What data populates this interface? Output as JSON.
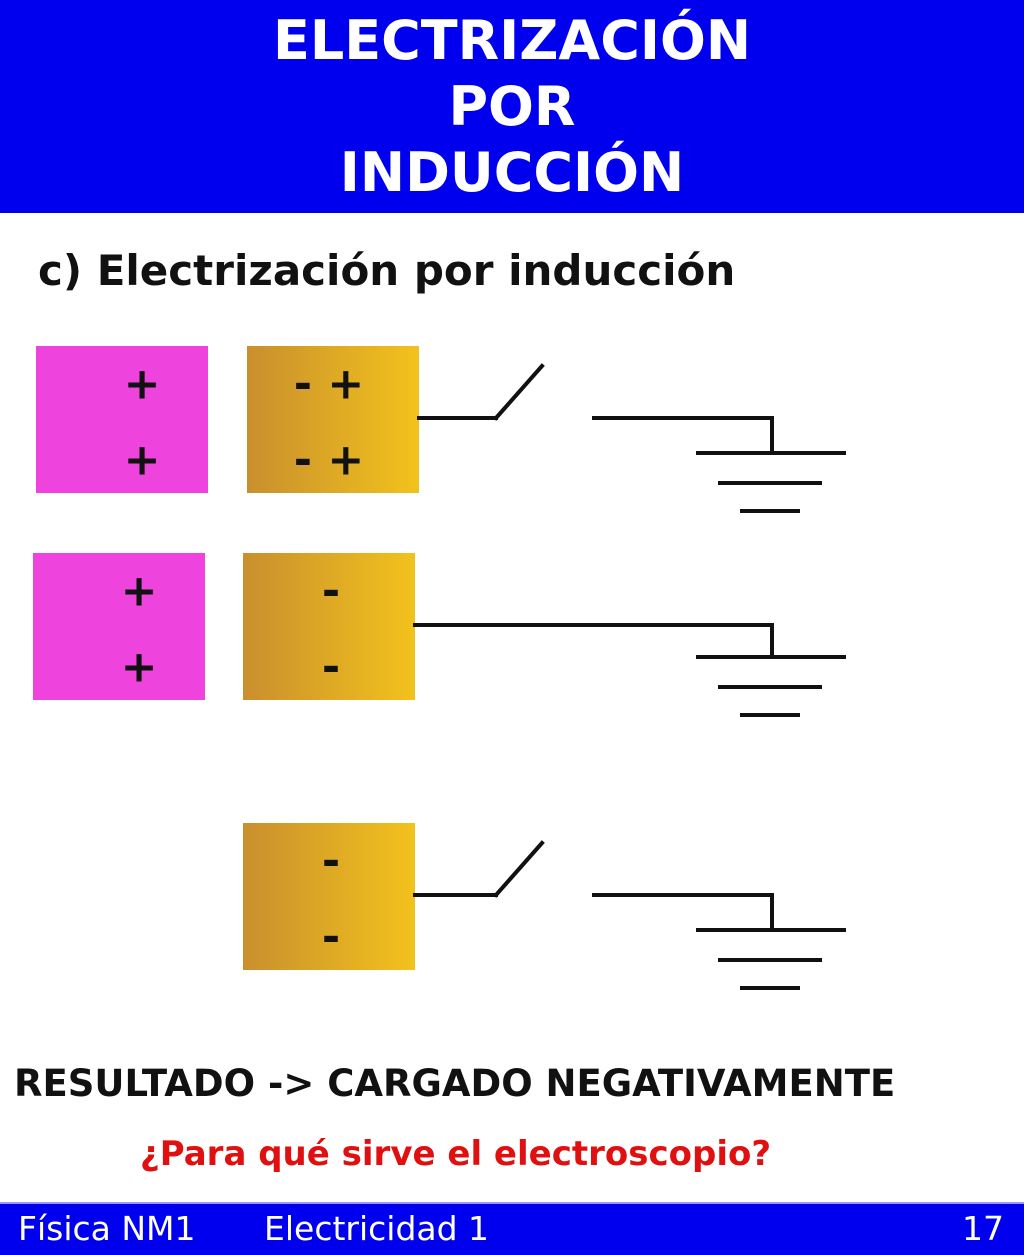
{
  "header": {
    "title_lines": [
      "ELECTRIZACIÓN",
      "POR",
      "INDUCCIÓN"
    ]
  },
  "subtitle": "c) Electrización por inducción",
  "diagram": {
    "colors": {
      "inducer": "#ee44dd",
      "conductor": "#e3ad2c",
      "wire": "#111111",
      "sign": "#111111"
    },
    "panels": [
      {
        "inducer_signs": [
          "+",
          "+"
        ],
        "conductor_signs": [
          "- +",
          "- +"
        ],
        "switch": "open"
      },
      {
        "inducer_signs": [
          "+",
          "+"
        ],
        "conductor_signs": [
          "-",
          "-"
        ],
        "switch": "closed"
      },
      {
        "inducer_signs": [],
        "conductor_signs": [
          "-",
          "-"
        ],
        "switch": "open"
      }
    ]
  },
  "result": "RESULTADO -> CARGADO NEGATIVAMENTE",
  "question": "¿Para qué sirve el electroscopio?",
  "footer": {
    "course": "Física NM1",
    "topic": "Electricidad 1",
    "page": "17"
  }
}
